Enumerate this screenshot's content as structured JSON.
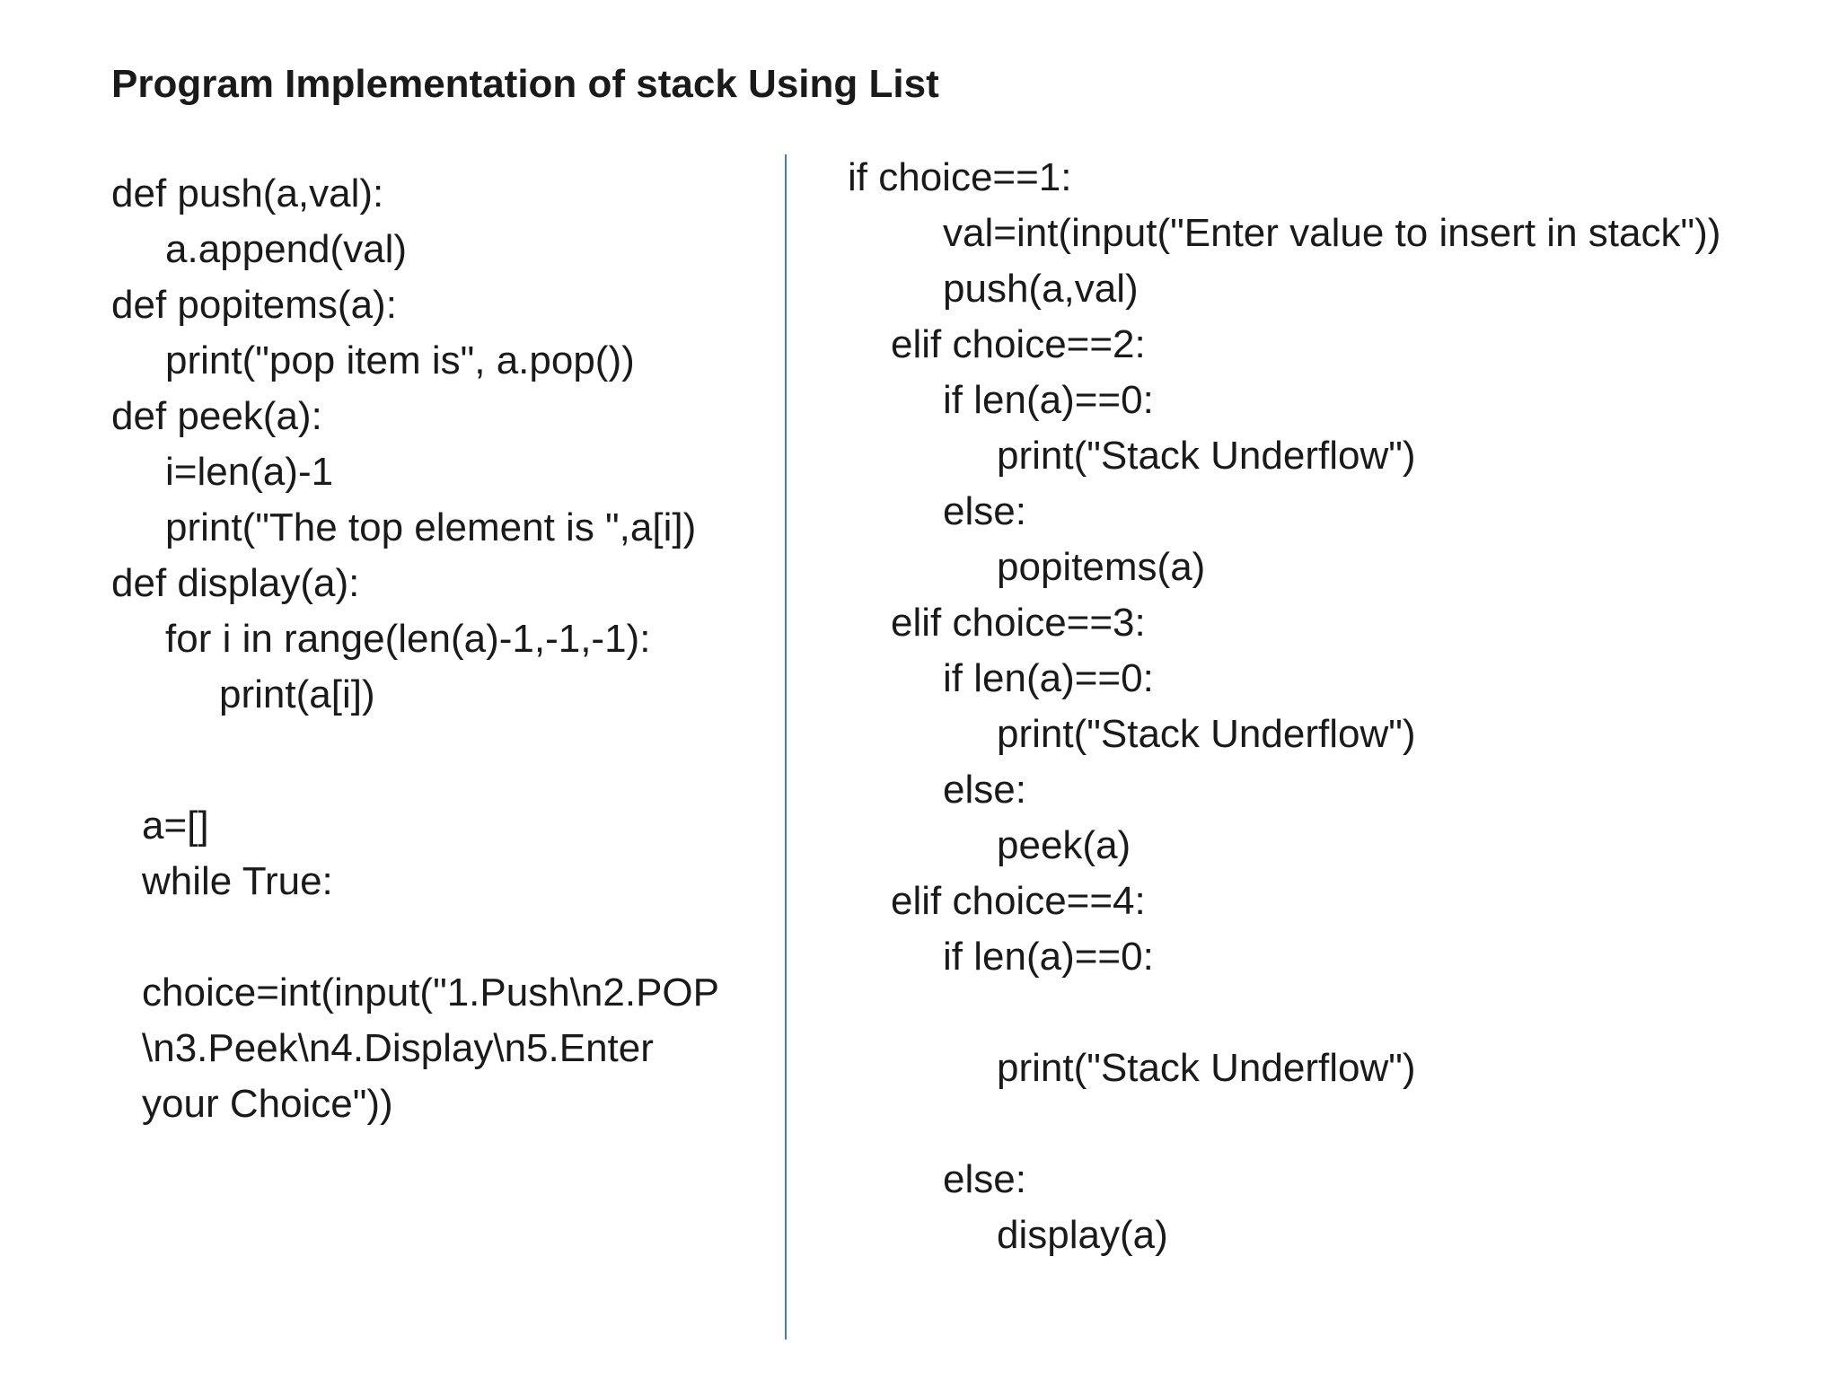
{
  "title": "Program Implementation of stack Using List",
  "left_code": [
    "def push(a,val):",
    "a.append(val)",
    "def popitems(a):",
    "print(\"pop item is\", a.pop())",
    "def peek(a):",
    "i=len(a)-1",
    "print(\"The top element is \",a[i])",
    "def display(a):",
    "for i in range(len(a)-1,-1,-1):",
    "print(a[i])",
    "a=[]",
    "while True:",
    "choice=int(input(\"1.Push\\n2.POP",
    "\\n3.Peek\\n4.Display\\n5.Enter",
    "your Choice\"))"
  ],
  "right_code": [
    "if choice==1:",
    "val=int(input(\"Enter value to insert in stack\"))",
    "push(a,val)",
    "elif choice==2:",
    "if len(a)==0:",
    "print(\"Stack Underflow\")",
    "else:",
    "popitems(a)",
    "elif choice==3:",
    "if len(a)==0:",
    "print(\"Stack Underflow\")",
    "else:",
    "peek(a)",
    "elif choice==4:",
    "if len(a)==0:",
    "print(\"Stack Underflow\")",
    "else:",
    "display(a)"
  ]
}
